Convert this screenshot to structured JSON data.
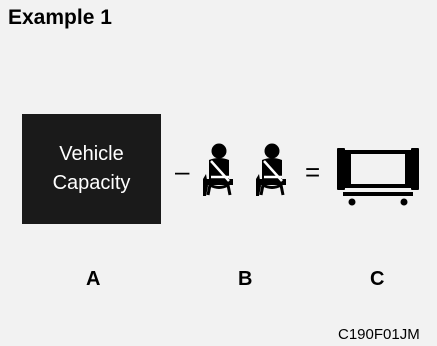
{
  "title": "Example 1",
  "box": {
    "line1": "Vehicle",
    "line2": "Capacity"
  },
  "operators": {
    "minus": "–",
    "equals": "="
  },
  "labels": {
    "a": "A",
    "b": "B",
    "c": "C"
  },
  "figure_code": "C190F01JM",
  "icons": [
    "seated-passenger-seatbelt-icon",
    "seated-passenger-seatbelt-icon",
    "cargo-load-icon"
  ],
  "colors": {
    "background": "#f2f2f2",
    "box": "#1a1a1a",
    "box_text": "#ffffff",
    "ink": "#000000"
  }
}
